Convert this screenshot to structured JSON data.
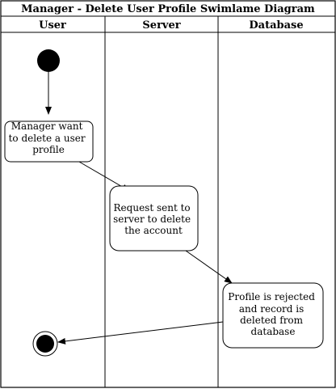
{
  "diagram": {
    "title": "Manager - Delete User Profile Swimlame Diagram",
    "lanes": [
      {
        "id": "user",
        "label": "User"
      },
      {
        "id": "server",
        "label": "Server"
      },
      {
        "id": "database",
        "label": "Database"
      }
    ],
    "nodes": [
      {
        "id": "n1",
        "lines": [
          "Manager want",
          "to delete a user",
          "profile"
        ]
      },
      {
        "id": "n2",
        "lines": [
          "Request sent to",
          "server to delete",
          "the account"
        ]
      },
      {
        "id": "n3",
        "lines": [
          "Profile is rejected",
          "and record is",
          "deleted from",
          "database"
        ]
      }
    ],
    "colors": {
      "stroke": "#000000",
      "fill": "#ffffff",
      "start": "#000000"
    }
  }
}
